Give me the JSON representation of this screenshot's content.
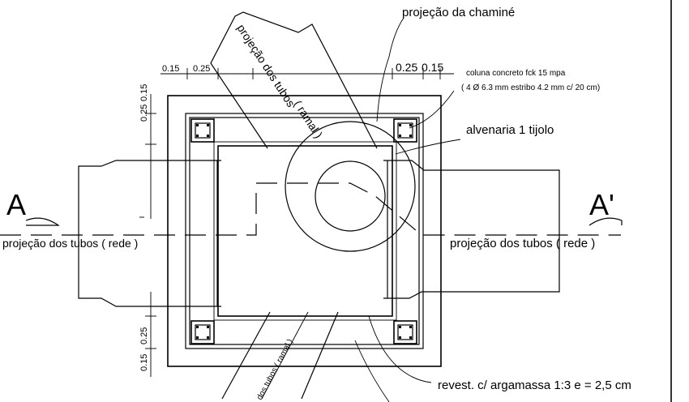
{
  "section_left": "A",
  "section_right": "A'",
  "labels": {
    "chimney_projection": "projeção da chaminé",
    "column_title": "coluna concreto fck 15 mpa",
    "column_detail": "( 4 Ø 6.3 mm estribo 4.2 mm c/ 20 cm)",
    "masonry": "alvenaria 1 tijolo",
    "pipes_left": "projeção dos tubos ( rede )",
    "pipes_right": "projeção dos tubos ( rede )",
    "pipes_top_a": "projeção dos tubos",
    "pipes_top_b": "( ramal )",
    "pipes_bottom": "dos tubos ( ramal )",
    "render": "revest. c/ argamassa 1:3 e = 2,5 cm"
  },
  "dimensions": {
    "top": [
      "0.15",
      "0.25",
      "0.25",
      "0.15"
    ],
    "left_upper": [
      "0.25",
      "0.15"
    ],
    "left_lower": [
      "0.15",
      "0.25"
    ]
  }
}
